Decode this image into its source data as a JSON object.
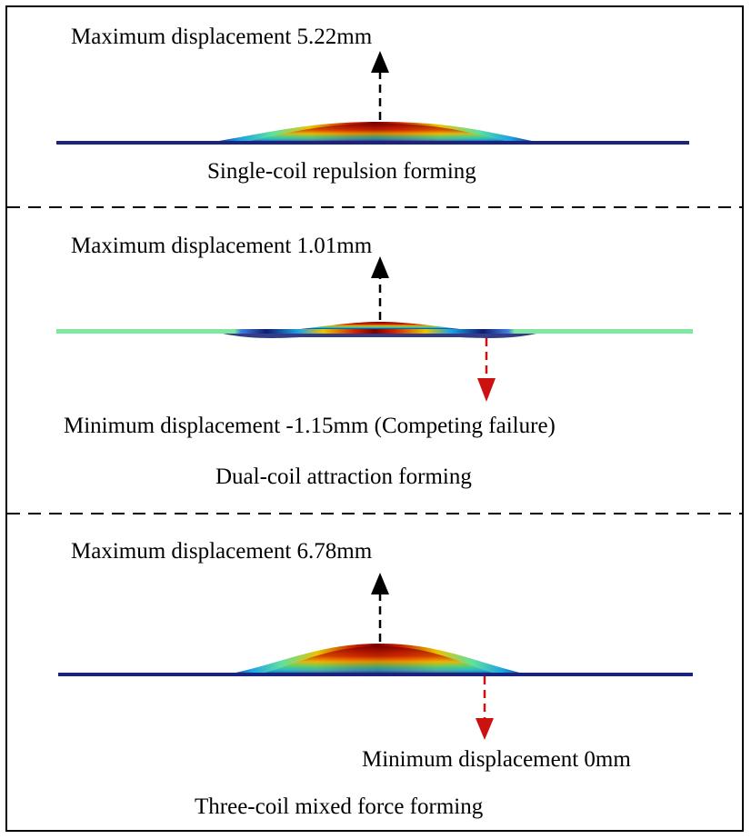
{
  "panels": [
    {
      "max_label": "Maximum displacement 5.22mm",
      "caption": "Single-coil repulsion forming",
      "max_displacement_mm": 5.22
    },
    {
      "max_label": "Maximum displacement 1.01mm",
      "min_label": "Minimum displacement -1.15mm (Competing failure)",
      "caption": "Dual-coil attraction forming",
      "max_displacement_mm": 1.01,
      "min_displacement_mm": -1.15
    },
    {
      "max_label": "Maximum displacement  6.78mm",
      "min_label": "Minimum displacement  0mm",
      "caption": "Three-coil mixed force forming",
      "max_displacement_mm": 6.78,
      "min_displacement_mm": 0
    }
  ],
  "colors": {
    "max_arrow": "#000000",
    "min_arrow": "#cc1111",
    "plate_baseline": "#1a237e",
    "plate_neutral": "#7ee8a0",
    "bulge_peak": "#8b0000"
  }
}
